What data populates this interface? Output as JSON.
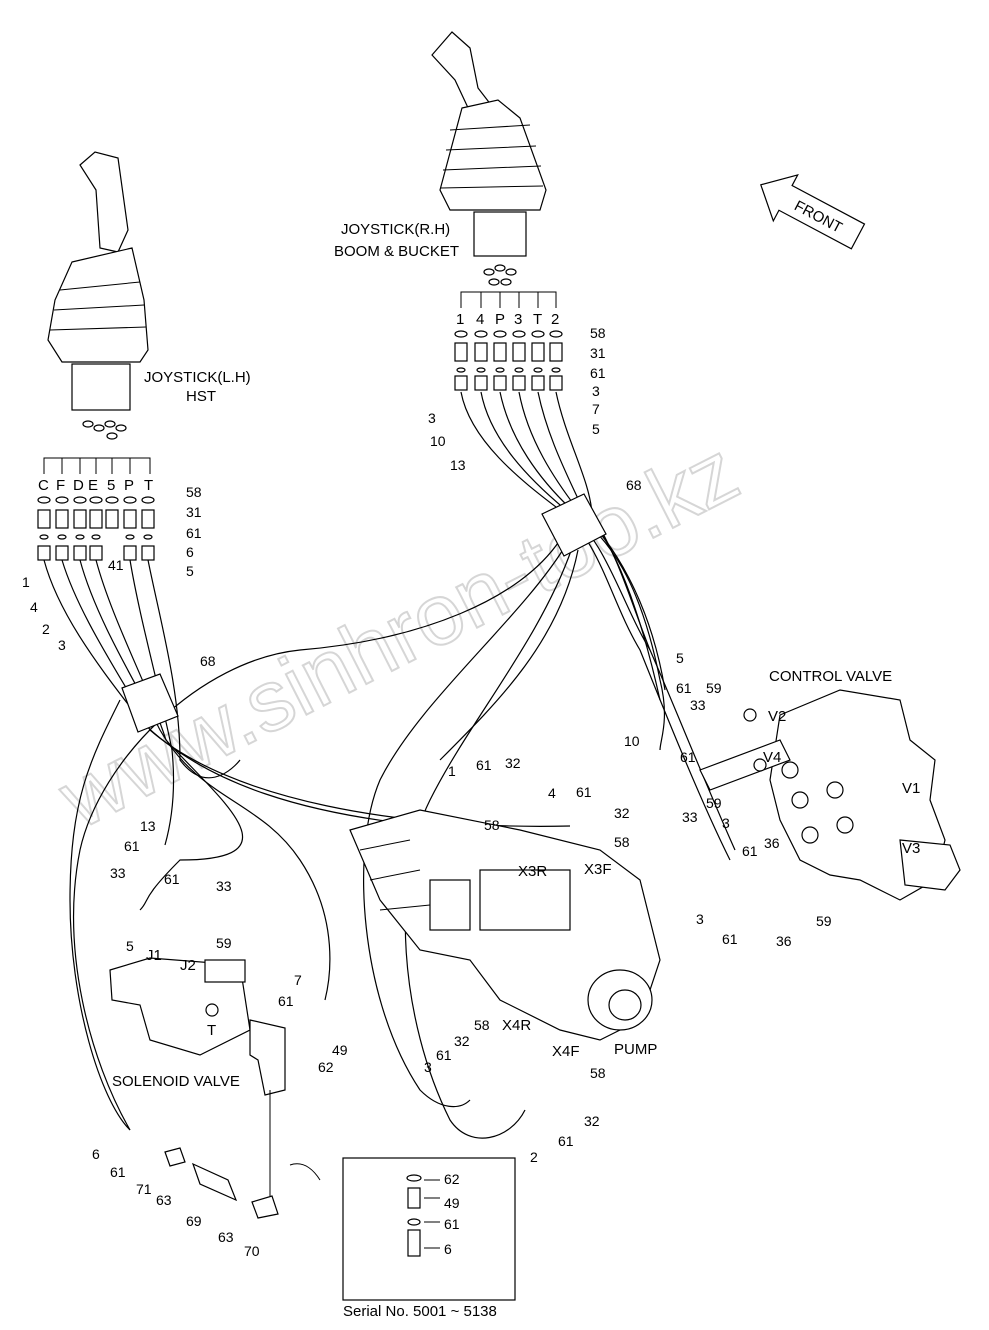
{
  "titles": {
    "joystick_rh_line1": "JOYSTICK(R.H)",
    "joystick_rh_line2": "BOOM & BUCKET",
    "joystick_lh_line1": "JOYSTICK(L.H)",
    "joystick_lh_line2": "HST",
    "control_valve": "CONTROL VALVE",
    "pump": "PUMP",
    "solenoid_valve": "SOLENOID VALVE",
    "front": "FRONT",
    "serial": "Serial No. 5001 ~ 5138"
  },
  "watermark": "www.sinhron-too.kz",
  "port_labels": {
    "rh": [
      "1",
      "4",
      "P",
      "3",
      "T",
      "2"
    ],
    "lh": [
      "C",
      "F",
      "D",
      "E",
      "5",
      "P",
      "T"
    ],
    "control_valve": [
      "V2",
      "V4",
      "V1",
      "V3"
    ],
    "pump": [
      "X3R",
      "X3F",
      "X4R",
      "X4F"
    ],
    "solenoid": [
      "J1",
      "J2",
      "T"
    ]
  },
  "callouts": [
    "58",
    "31",
    "61",
    "3",
    "7",
    "5",
    "3",
    "10",
    "13",
    "68",
    "58",
    "31",
    "61",
    "6",
    "5",
    "1",
    "4",
    "2",
    "3",
    "41",
    "68",
    "5",
    "61",
    "33",
    "59",
    "10",
    "61",
    "59",
    "33",
    "1",
    "61",
    "32",
    "58",
    "4",
    "61",
    "32",
    "58",
    "13",
    "61",
    "33",
    "61",
    "33",
    "5",
    "59",
    "3",
    "61",
    "36",
    "3",
    "61",
    "36",
    "59",
    "7",
    "61",
    "49",
    "62",
    "58",
    "32",
    "61",
    "3",
    "58",
    "61",
    "32",
    "2",
    "6",
    "61",
    "71",
    "63",
    "69",
    "63",
    "70",
    "62",
    "49",
    "61",
    "6"
  ]
}
